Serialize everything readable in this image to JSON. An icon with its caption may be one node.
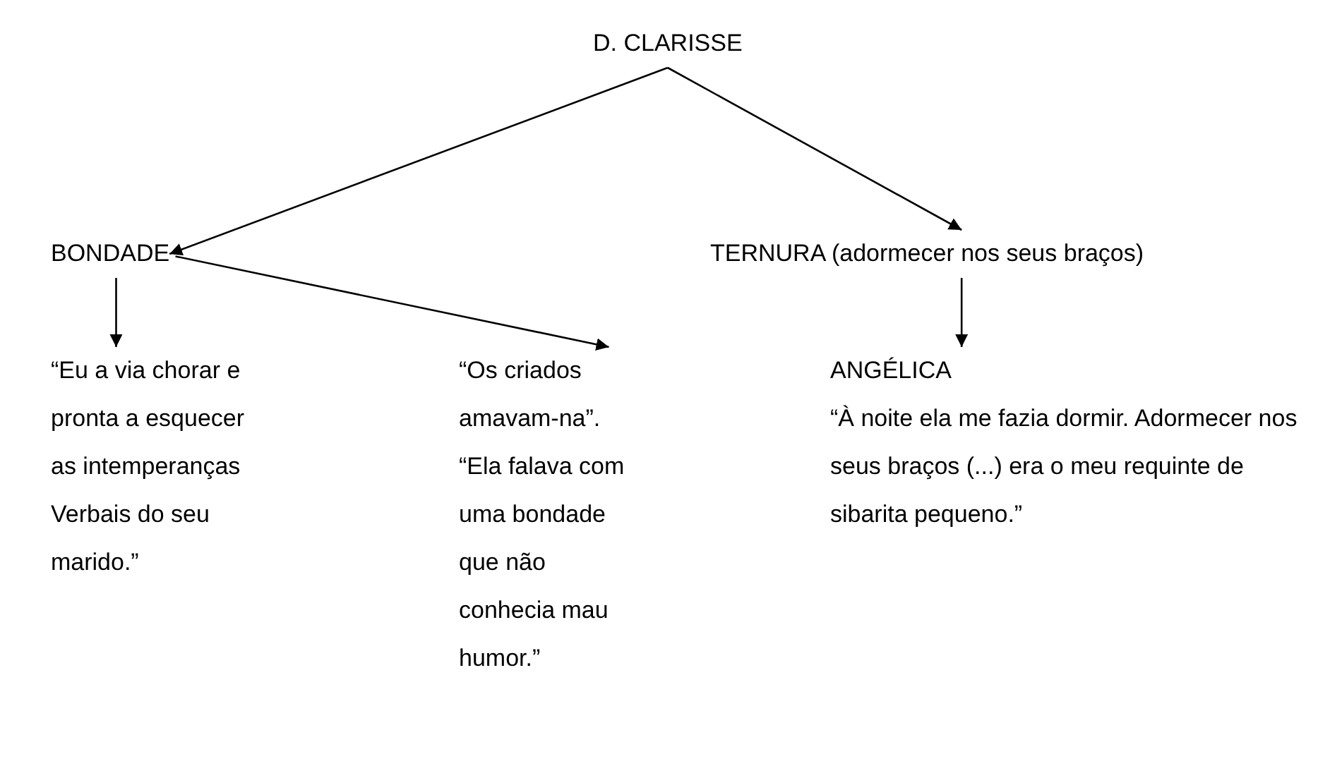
{
  "diagram": {
    "nodes": [
      {
        "text": [
          "D. CLARISSE"
        ]
      },
      {
        "text": [
          "BONDADE"
        ]
      },
      {
        "text": [
          "TERNURA (adormecer nos seus braços)"
        ]
      },
      {
        "text": [
          "“Eu a via chorar e pronta a esquecer as intemperanças Verbais do seu marido.”"
        ]
      },
      {
        "text": [
          "“Os criados amavam-na”. “Ela falava com uma bondade que não conhecia mau humor.”"
        ]
      },
      {
        "text": [
          "ANGÉLICA",
          "“À noite ela me fazia dormir. Adormecer nos seus braços (...) era o meu requinte de sibarita pequeno.”"
        ]
      }
    ],
    "edges": [
      {
        "from": 0,
        "to": 1,
        "arrow": "to"
      },
      {
        "from": 0,
        "to": 2,
        "arrow": "to"
      },
      {
        "from": 1,
        "to": 3,
        "arrow": "to"
      },
      {
        "from": 1,
        "to": 4,
        "arrow": "to"
      },
      {
        "from": 2,
        "to": 5,
        "arrow": "to"
      }
    ]
  }
}
